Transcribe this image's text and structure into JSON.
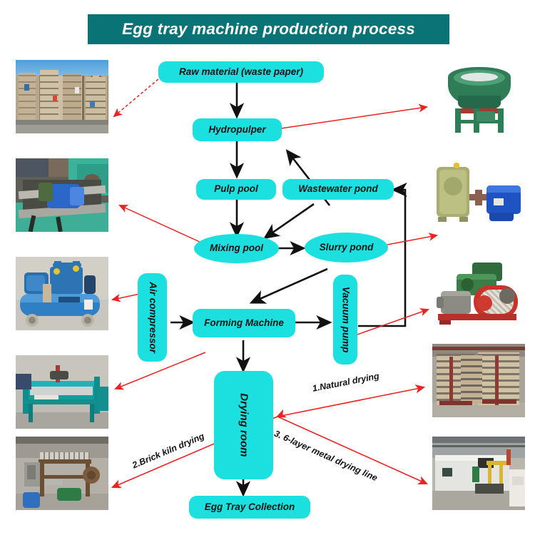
{
  "header": {
    "title": "Egg tray machine production process",
    "band_color": "#0a7375"
  },
  "theme": {
    "node_fill": "#1ce0e0",
    "black_arrow": "#111111",
    "red_arrow": "#ee2222"
  },
  "nodes": {
    "raw_material": "Raw material (waste paper)",
    "hydropulper": "Hydropulper",
    "pulp_pool": "Pulp pool",
    "wastewater_pond": "Wastewater pond",
    "mixing_pool": "Mixing pool",
    "slurry_pond": "Slurry pond",
    "air_compressor": "Air compressor",
    "forming_machine": "Forming Machine",
    "vacuum_pump": "Vacuum pump",
    "drying_room": "Drying room",
    "egg_tray_collection": "Egg Tray Collection"
  },
  "red_labels": {
    "natural_drying": "1.Natural drying",
    "brick_kiln_drying": "2.Brick kiln drying",
    "metal_drying_line": "3. 6-layer metal drying line"
  },
  "photos": {
    "waste_paper_bales": "waste-paper-bales-photo",
    "pulp_pool_agitator": "pulp-pool-agitator-photo",
    "air_compressor_unit": "air-compressor-photo",
    "forming_machine_unit": "forming-machine-photo",
    "brick_kiln_dryer": "brick-kiln-dryer-photo",
    "hydropulper_unit": "hydropulper-photo",
    "slurry_pump_unit": "slurry-pump-photo",
    "vacuum_pump_unit": "vacuum-pump-photo",
    "natural_drying_racks": "natural-drying-racks-photo",
    "metal_drying_line_unit": "metal-drying-line-photo"
  },
  "chart_data": {
    "type": "diagram",
    "title": "Egg tray machine production process",
    "node_order": [
      "Raw material (waste paper)",
      "Hydropulper",
      "Pulp pool",
      "Wastewater pond",
      "Mixing pool",
      "Slurry pond",
      "Air compressor",
      "Forming Machine",
      "Vacuum pump",
      "Drying room",
      "Egg Tray Collection"
    ],
    "edges": [
      {
        "from": "Raw material (waste paper)",
        "to": "Hydropulper",
        "style": "black"
      },
      {
        "from": "Hydropulper",
        "to": "Pulp pool",
        "style": "black"
      },
      {
        "from": "Pulp pool",
        "to": "Mixing pool",
        "style": "black"
      },
      {
        "from": "Wastewater pond",
        "to": "Hydropulper",
        "style": "black"
      },
      {
        "from": "Wastewater pond",
        "to": "Mixing pool",
        "style": "black"
      },
      {
        "from": "Mixing pool",
        "to": "Slurry pond",
        "style": "black"
      },
      {
        "from": "Slurry pond",
        "to": "Forming Machine",
        "style": "black"
      },
      {
        "from": "Air compressor",
        "to": "Forming Machine",
        "style": "black"
      },
      {
        "from": "Forming Machine",
        "to": "Vacuum pump",
        "style": "black"
      },
      {
        "from": "Vacuum pump",
        "to": "Wastewater pond",
        "style": "black"
      },
      {
        "from": "Forming Machine",
        "to": "Drying room",
        "style": "black"
      },
      {
        "from": "Drying room",
        "to": "Egg Tray Collection",
        "style": "black"
      },
      {
        "from": "Drying room",
        "to": "1.Natural drying",
        "style": "red"
      },
      {
        "from": "Drying room",
        "to": "2.Brick kiln drying",
        "style": "red"
      },
      {
        "from": "Drying room",
        "to": "3. 6-layer metal drying line",
        "style": "red"
      }
    ],
    "photo_links": [
      {
        "node": "Raw material (waste paper)",
        "photo": "waste-paper-bales-photo"
      },
      {
        "node": "Pulp pool",
        "photo": "pulp-pool-agitator-photo"
      },
      {
        "node": "Air compressor",
        "photo": "air-compressor-photo"
      },
      {
        "node": "Forming Machine",
        "photo": "forming-machine-photo"
      },
      {
        "node": "Hydropulper",
        "photo": "hydropulper-photo"
      },
      {
        "node": "Slurry pond",
        "photo": "slurry-pump-photo"
      },
      {
        "node": "Vacuum pump",
        "photo": "vacuum-pump-photo"
      },
      {
        "node": "1.Natural drying",
        "photo": "natural-drying-racks-photo"
      },
      {
        "node": "2.Brick kiln drying",
        "photo": "brick-kiln-dryer-photo"
      },
      {
        "node": "3. 6-layer metal drying line",
        "photo": "metal-drying-line-photo"
      }
    ]
  }
}
